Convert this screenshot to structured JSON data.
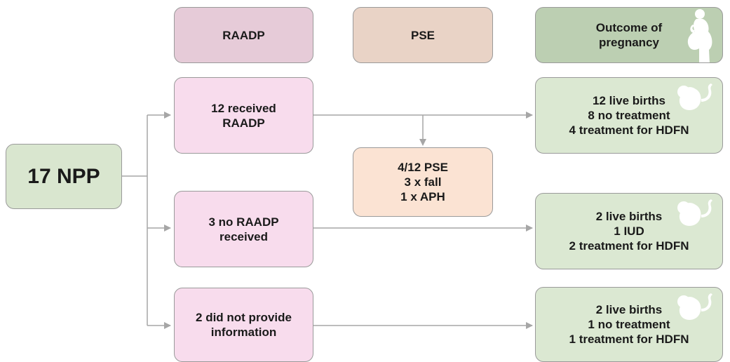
{
  "headers": {
    "raadp": "RAADP",
    "pse": "PSE",
    "outcome": "Outcome of\npregnancy"
  },
  "root": {
    "label": "17 NPP"
  },
  "groups": [
    {
      "label": "12 received\nRAADP",
      "outcome": "12 live births\n8 no treatment\n4 treatment for HDFN"
    },
    {
      "label": "3 no RAADP\nreceived",
      "outcome": "2 live births\n1 IUD\n2 treatment for HDFN"
    },
    {
      "label": "2 did not provide\ninformation",
      "outcome": "2 live births\n1 no treatment\n1 treatment for HDFN"
    }
  ],
  "pse_box": {
    "label": "4/12 PSE\n3 x fall\n1 x APH"
  },
  "icons": {
    "header_outcome": "pregnant-woman-silhouette-icon",
    "outcome_rows": "fetus-silhouette-icon"
  },
  "colors": {
    "header_raadp": "#e6cbd8",
    "header_pse": "#e9d3c6",
    "header_outcome": "#bccfb2",
    "group_box": "#f8dced",
    "outcome_box": "#dbe8d2",
    "pse_box": "#fbe3d3",
    "root_box": "#d9e6cf",
    "connector": "#a6a6a6"
  }
}
